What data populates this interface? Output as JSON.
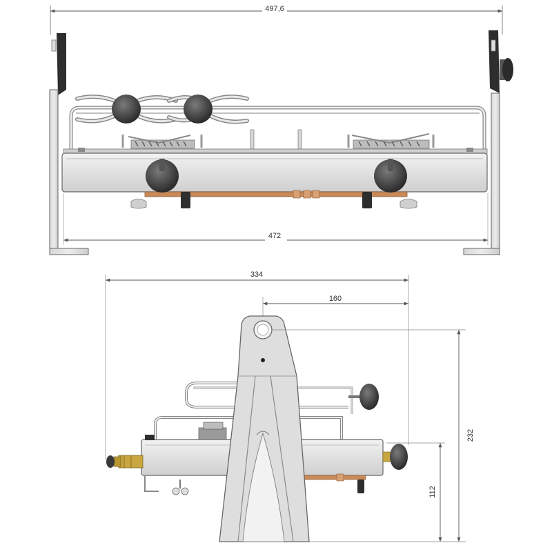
{
  "views": {
    "front": {
      "dimensions": {
        "overall_width": "497,6",
        "inner_width": "472"
      }
    },
    "side": {
      "dimensions": {
        "overall_depth": "334",
        "pivot_offset": "160",
        "overall_height": "232",
        "pivot_height": "112"
      }
    }
  },
  "colors": {
    "line": "#555555",
    "metal": "#e4e4e4",
    "knob": "#3a3a3a",
    "copper": "#c98a5a",
    "brass": "#c9a640"
  }
}
